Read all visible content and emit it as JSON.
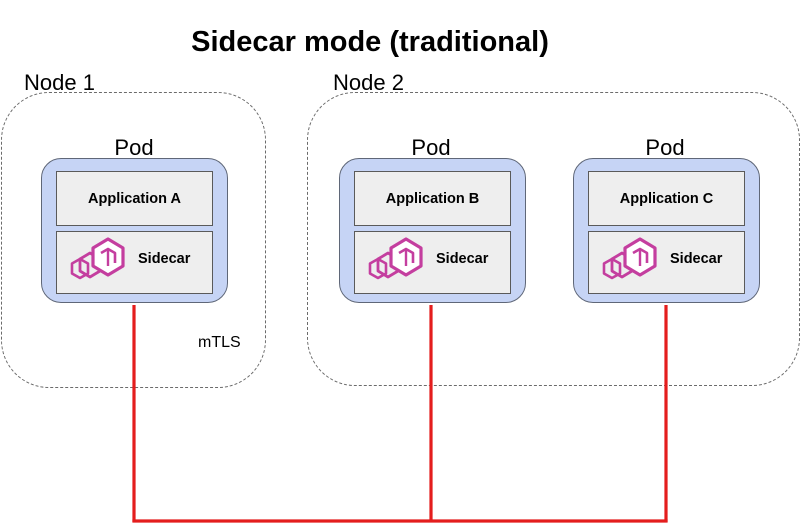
{
  "title": "Sidecar mode (traditional)",
  "nodes": [
    {
      "label": "Node 1"
    },
    {
      "label": "Node 2"
    }
  ],
  "pods": [
    {
      "label": "Pod",
      "application": "Application A",
      "sidecar": "Sidecar"
    },
    {
      "label": "Pod",
      "application": "Application B",
      "sidecar": "Sidecar"
    },
    {
      "label": "Pod",
      "application": "Application C",
      "sidecar": "Sidecar"
    }
  ],
  "connection_label": "mTLS",
  "colors": {
    "pod_fill": "#c6d4f5",
    "box_fill": "#eeeeee",
    "connection": "#e41d1d",
    "icon": "#c43e9f"
  },
  "icons": {
    "sidecar": "envoy-hexagon-icon"
  }
}
